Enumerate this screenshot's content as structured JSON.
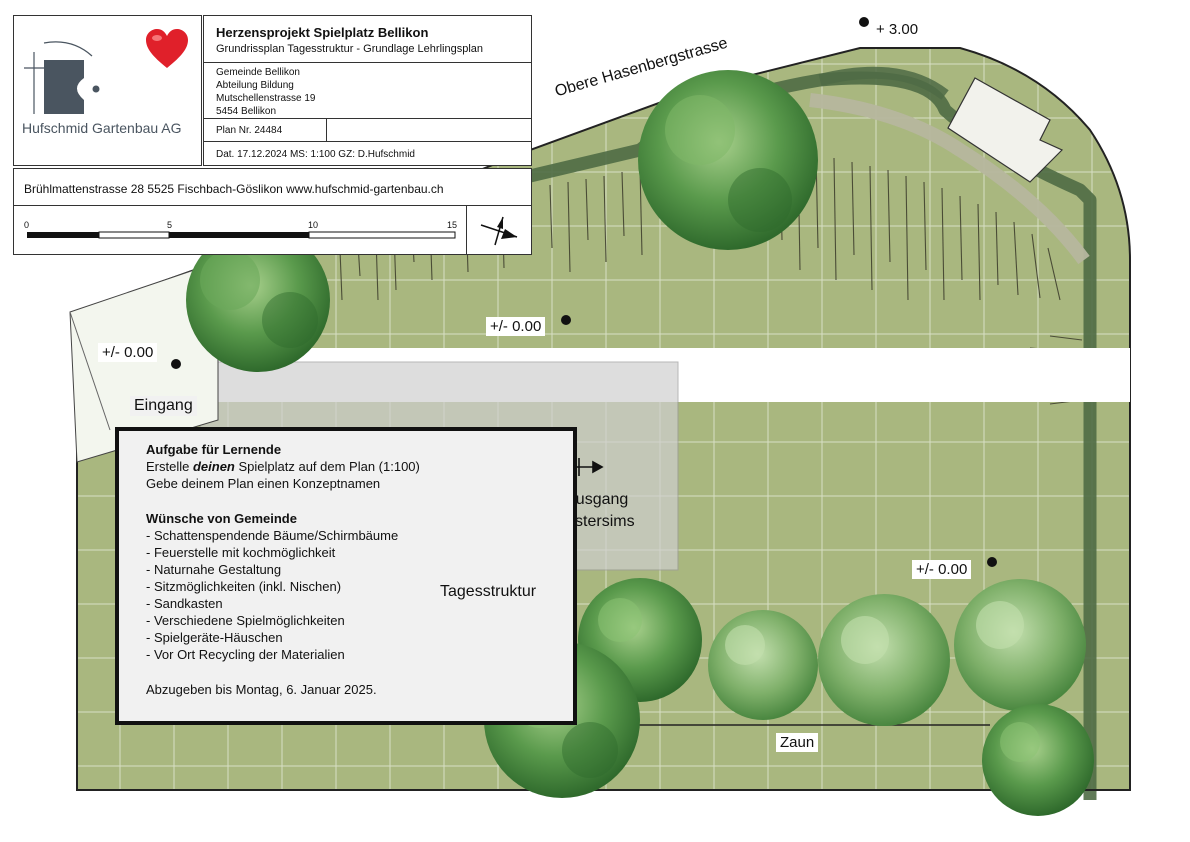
{
  "project": {
    "title": "Herzensprojekt Spielplatz Bellikon",
    "subtitle": "Grundrissplan Tagesstruktur - Grundlage Lehrlingsplan",
    "client_lines": [
      "Gemeinde Bellikon",
      "Abteilung Bildung",
      "Mutschellenstrasse 19",
      "5454 Bellikon"
    ],
    "plan_number": "Plan Nr. 24484",
    "meta": "Dat. 17.12.2024 MS: 1:100   GZ: D.Hufschmid"
  },
  "company": {
    "name": "Hufschmid Gartenbau AG",
    "address": "Brühlmattenstrasse 28     5525 Fischbach-Göslikon     www.hufschmid-gartenbau.ch"
  },
  "scale_bar": {
    "ticks": [
      "0",
      "5",
      "10",
      "15"
    ]
  },
  "labels": {
    "street": "Obere Hasenbergstrasse",
    "elev_top": "+ 3.00",
    "elev_center": "+/- 0.00",
    "elev_left": "+/- 0.00",
    "elev_right": "+/- 0.00",
    "entrance": "Eingang",
    "exit_line1": "Ein- & Ausgang",
    "exit_line2": "über Fenstersims",
    "building": "Tagesstruktur",
    "fence": "Zaun"
  },
  "task": {
    "heading": "Aufgabe für Lernende",
    "line1_pre": "Erstelle ",
    "line1_em": "deinen",
    "line1_post": " Spielplatz auf dem Plan (1:100)",
    "line2": "Gebe deinem Plan einen Konzeptnamen",
    "wishes_heading": "Wünsche von Gemeinde",
    "wishes": [
      "- Schattenspendende Bäume/Schirmbäume",
      "- Feuerstelle mit kochmöglichkeit",
      "- Naturnahe Gestaltung",
      "- Sitzmöglichkeiten (inkl. Nischen)",
      "- Sandkasten",
      "- Verschiedene Spielmöglichkeiten",
      "- Spielgeräte-Häuschen",
      "- Vor Ort Recycling der Materialien"
    ],
    "deadline": "Abzugeben bis Montag, 6. Januar 2025."
  },
  "colors": {
    "lawn": "#a7b57c",
    "hedge": "#4f6b45",
    "path": "#b5b59c",
    "tree_dark": "#3f7d3a",
    "tree_light": "#8fbf78",
    "heart": "#e0202a",
    "logo": "#4a5560"
  }
}
